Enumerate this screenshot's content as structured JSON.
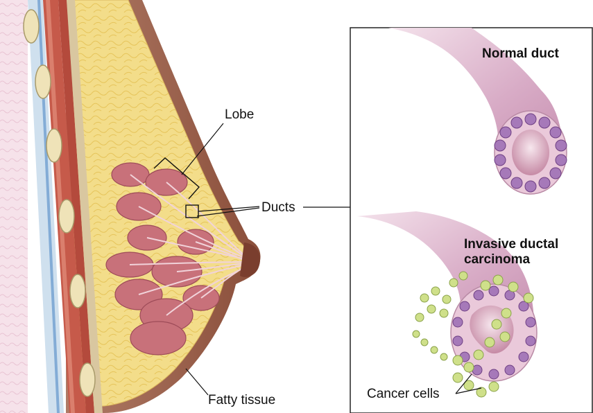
{
  "labels": {
    "lobe": "Lobe",
    "ducts": "Ducts",
    "fatty_tissue": "Fatty tissue",
    "normal_duct": "Normal duct",
    "invasive_line1": "Invasive ductal",
    "invasive_line2": "carcinoma",
    "cancer_cells": "Cancer cells"
  },
  "colors": {
    "skin": "#c9927a",
    "skin_dark": "#8a4e3a",
    "fat": "#f3dd8a",
    "lobule": "#c8717a",
    "muscle": "#c65a4a",
    "duct_wall": "#d9a6c2",
    "cell": "#a679b9",
    "cancer_cell": "#cfe08a"
  }
}
